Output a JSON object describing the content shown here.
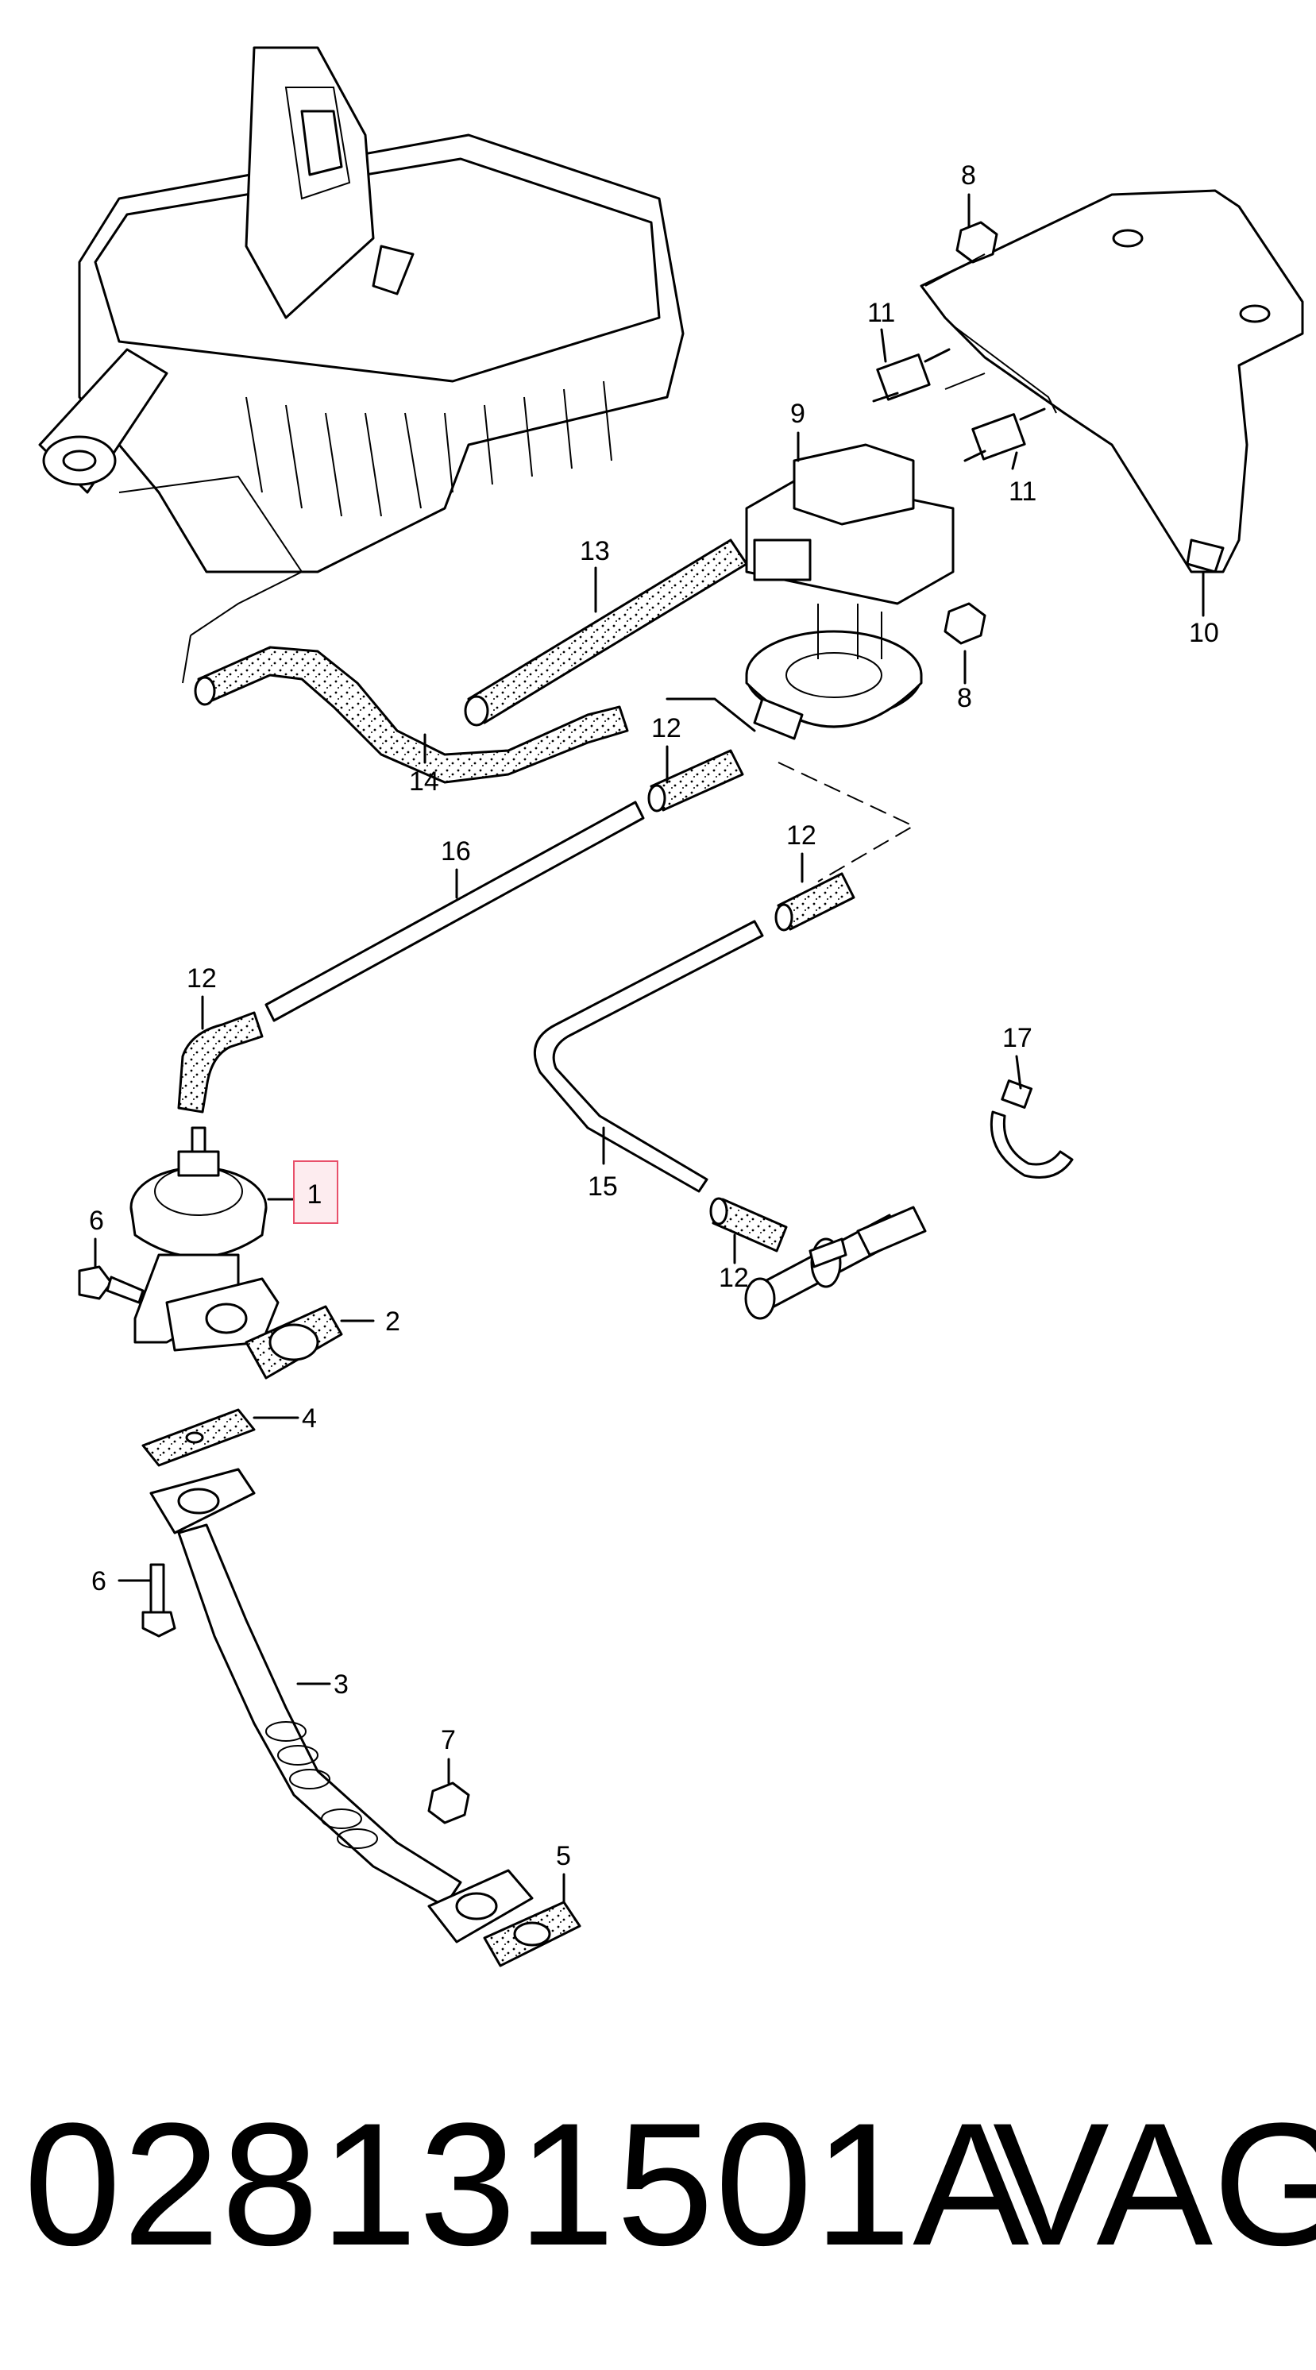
{
  "diagram": {
    "callouts": [
      {
        "id": "1",
        "label": "1",
        "highlighted": true
      },
      {
        "id": "2",
        "label": "2"
      },
      {
        "id": "3",
        "label": "3"
      },
      {
        "id": "4",
        "label": "4"
      },
      {
        "id": "5",
        "label": "5"
      },
      {
        "id": "6a",
        "label": "6"
      },
      {
        "id": "6b",
        "label": "6"
      },
      {
        "id": "7",
        "label": "7"
      },
      {
        "id": "8a",
        "label": "8"
      },
      {
        "id": "8b",
        "label": "8"
      },
      {
        "id": "9",
        "label": "9"
      },
      {
        "id": "10",
        "label": "10"
      },
      {
        "id": "11a",
        "label": "11"
      },
      {
        "id": "11b",
        "label": "11"
      },
      {
        "id": "12a",
        "label": "12"
      },
      {
        "id": "12b",
        "label": "12"
      },
      {
        "id": "12c",
        "label": "12"
      },
      {
        "id": "12d",
        "label": "12"
      },
      {
        "id": "13",
        "label": "13"
      },
      {
        "id": "14",
        "label": "14"
      },
      {
        "id": "15",
        "label": "15"
      },
      {
        "id": "16",
        "label": "16"
      },
      {
        "id": "17",
        "label": "17"
      }
    ],
    "highlight_color": "#e8506a"
  },
  "footer": {
    "part_number": "028131501A",
    "brand": "VAG"
  }
}
